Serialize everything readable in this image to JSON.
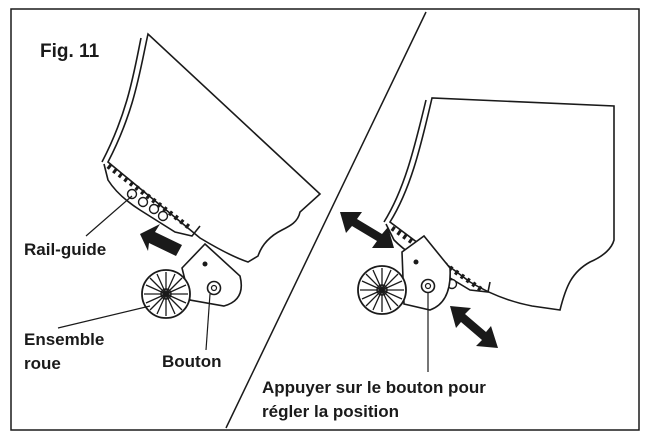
{
  "figure": {
    "title": "Fig. 11",
    "labels": {
      "rail_guide": "Rail-guide",
      "ensemble": "Ensemble",
      "roue": "roue",
      "bouton": "Bouton",
      "appuyer_line1": "Appuyer sur le bouton pour",
      "appuyer_line2": "régler la position"
    }
  }
}
